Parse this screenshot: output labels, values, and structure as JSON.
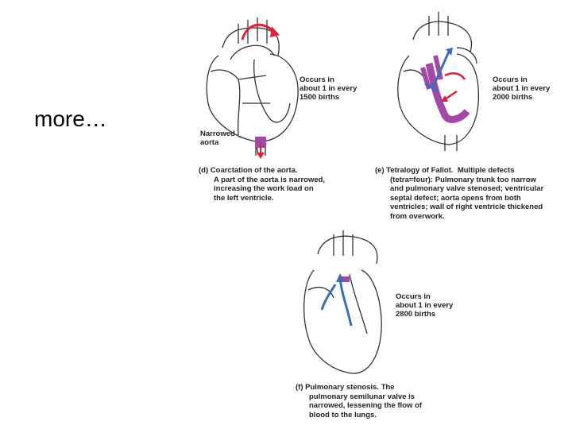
{
  "slide": {
    "heading": "more…"
  },
  "panels": {
    "d": {
      "note": [
        "Occurs in",
        "about 1 in every",
        "1500 births"
      ],
      "label": [
        "Narrowed",
        "aorta"
      ],
      "caption": {
        "letter": "(d)",
        "title": "Coarctation of the aorta.",
        "lines": [
          "A part of the aorta is narrowed,",
          "increasing the work load on",
          "the left ventricle."
        ]
      }
    },
    "e": {
      "note": [
        "Occurs in",
        "about 1 in every",
        "2000 births"
      ],
      "caption": {
        "letter": "(e)",
        "title": "Tetralogy of Fallot.",
        "title_rest": "Multiple defects",
        "lines": [
          "(tetra=four): Pulmonary trunk too narrow",
          "and pulmonary valve stenosed; ventricular",
          "septal defect; aorta opens from both",
          "ventricles; wall of right ventricle thickened",
          "from overwork."
        ]
      }
    },
    "f": {
      "note": [
        "Occurs in",
        "about 1 in every",
        "2800 births"
      ],
      "caption": {
        "letter": "(f)",
        "title": "Pulmonary stenosis.",
        "title_rest": "The",
        "lines": [
          "pulmonary semilunar valve is",
          "narrowed, lessening the flow of",
          "blood to the lungs."
        ]
      }
    }
  },
  "colors": {
    "outline": "#333333",
    "arrow_red": "#e0203a",
    "arrow_blue": "#3a6fb5",
    "defect_purple": "#a347a8"
  }
}
